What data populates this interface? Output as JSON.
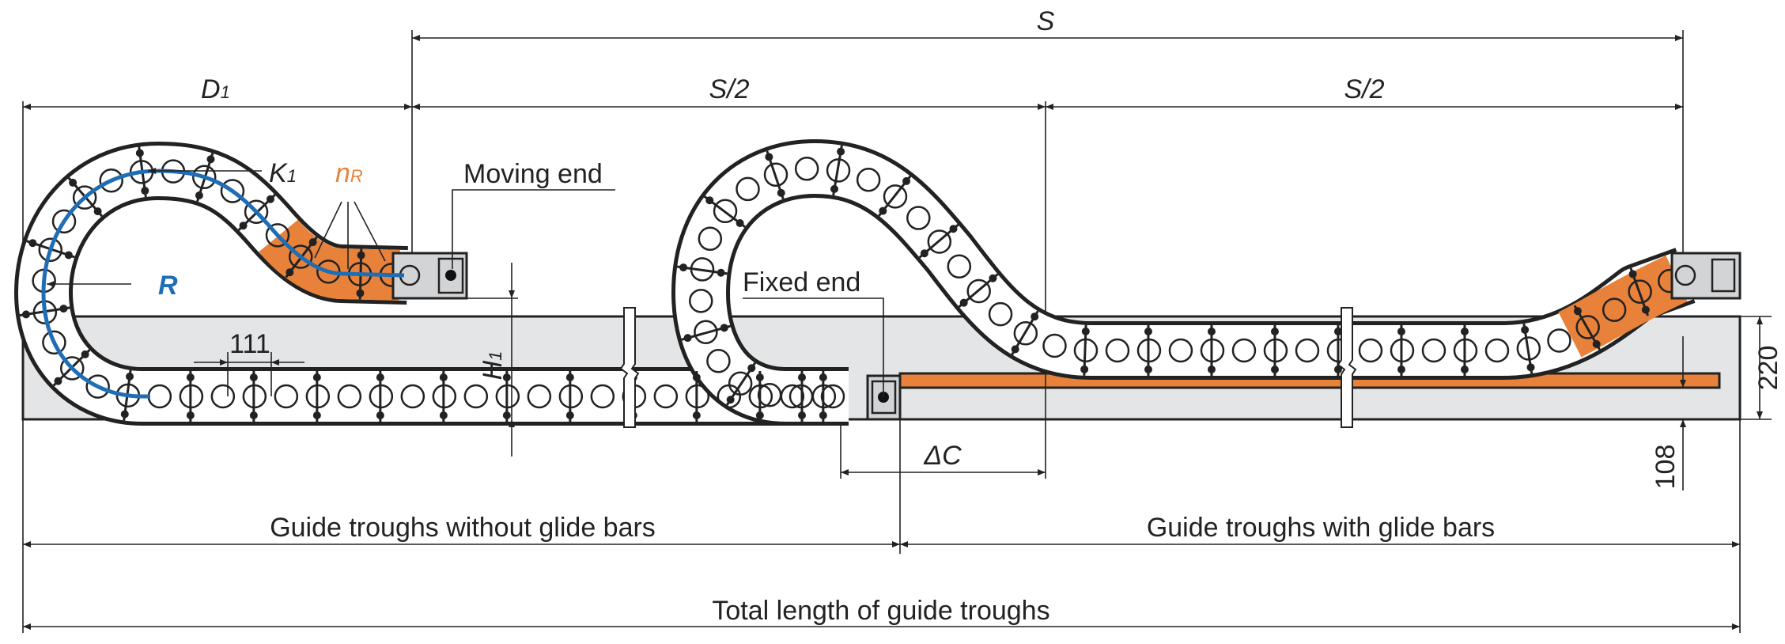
{
  "dimensions": {
    "stroke_label": "S",
    "half_stroke_left": "S/2",
    "half_stroke_right": "S/2",
    "d1_main": "D",
    "d1_sub": "1",
    "k1_main": "K",
    "k1_sub": "1",
    "nr_main": "n",
    "nr_sub": "R",
    "radius": "R",
    "pitch": "111",
    "h1_main": "H",
    "h1_sub": "1",
    "delta_c": "ΔC",
    "trough_height": "220",
    "glide_bar_height": "108"
  },
  "labels": {
    "moving_end": "Moving end",
    "fixed_end": "Fixed end",
    "without_glide_bars": "Guide troughs without glide bars",
    "with_glide_bars": "Guide troughs with glide bars",
    "total_length": "Total length of guide troughs"
  },
  "colors": {
    "orange": "#E8823A",
    "blue": "#1F6DB5",
    "trough": "#E4E5E7",
    "bracket": "#D3D4D6"
  }
}
